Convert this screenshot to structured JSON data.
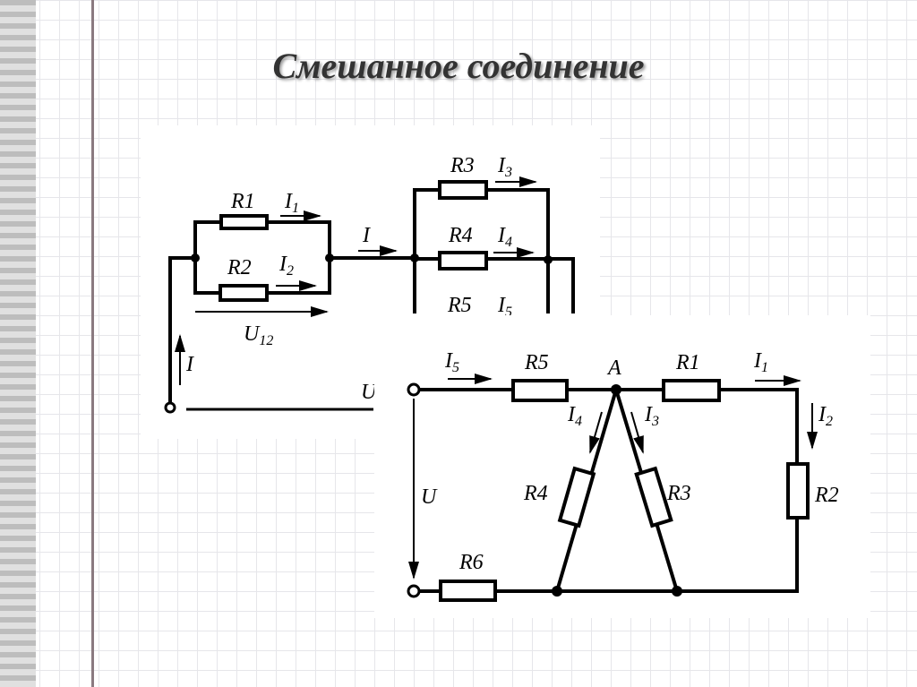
{
  "slide": {
    "title": "Смешанное соединение"
  },
  "top_circuit": {
    "labels": {
      "r1": "R1",
      "r2": "R2",
      "r3": "R3",
      "r4": "R4",
      "r5": "R5",
      "i": "I",
      "i_left": "I",
      "i1": {
        "main": "I",
        "sub": "1"
      },
      "i2": {
        "main": "I",
        "sub": "2"
      },
      "i3": {
        "main": "I",
        "sub": "3"
      },
      "i4": {
        "main": "I",
        "sub": "4"
      },
      "i5": {
        "main": "I",
        "sub": "5"
      },
      "u12": {
        "main": "U",
        "sub": "12"
      },
      "u": "U"
    }
  },
  "bottom_circuit": {
    "labels": {
      "r1": "R1",
      "r2": "R2",
      "r3": "R3",
      "r4": "R4",
      "r5": "R5",
      "r6": "R6",
      "node_a": "A",
      "u": "U",
      "i1": {
        "main": "I",
        "sub": "1"
      },
      "i2": {
        "main": "I",
        "sub": "2"
      },
      "i3": {
        "main": "I",
        "sub": "3"
      },
      "i4": {
        "main": "I",
        "sub": "4"
      },
      "i5": {
        "main": "I",
        "sub": "5"
      }
    }
  },
  "colors": {
    "wire": "#000000",
    "title": "#333333",
    "margin_line": "#8a7a80"
  }
}
